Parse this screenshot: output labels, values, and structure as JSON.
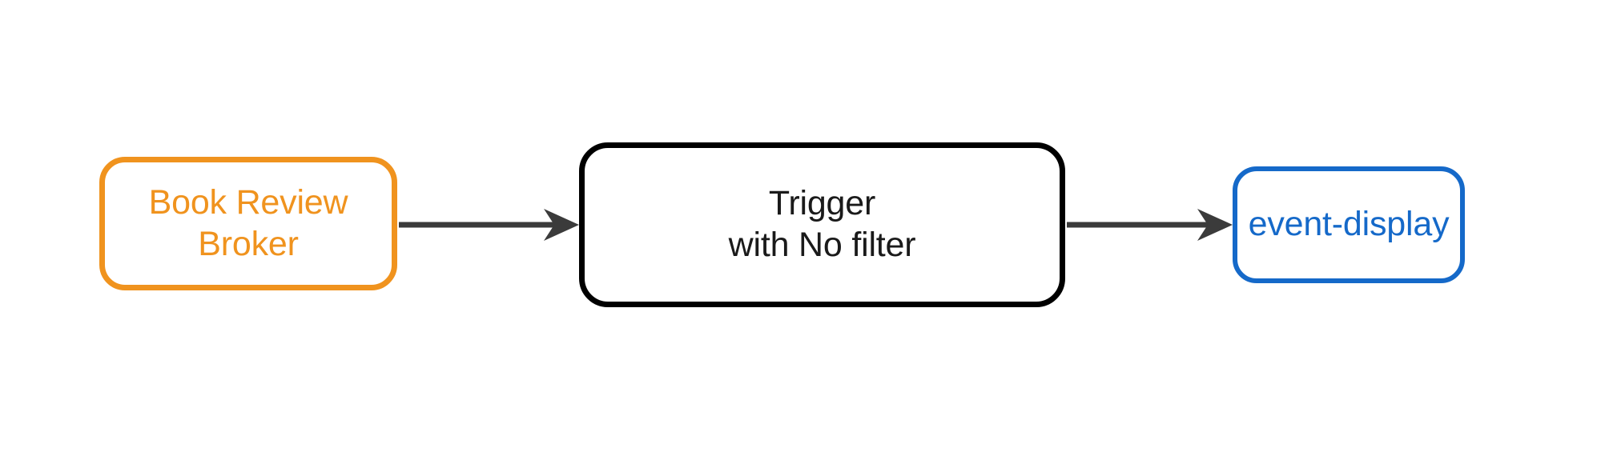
{
  "diagram": {
    "background_color": "#ffffff",
    "arrow_color": "#3B3B3B",
    "nodes": [
      {
        "id": "book-review-broker",
        "label": "Book Review\nBroker",
        "shape": "rounded-rectangle",
        "border_color": "#F0931E",
        "text_color": "#F0931E"
      },
      {
        "id": "trigger-with-no-filter",
        "label": "Trigger\nwith No filter",
        "shape": "rounded-rectangle",
        "border_color": "#000000",
        "text_color": "#1A1A1A"
      },
      {
        "id": "event-display",
        "label": "event-display",
        "shape": "rounded-rectangle",
        "border_color": "#1569C9",
        "text_color": "#1569C9"
      }
    ],
    "edges": [
      {
        "from": "book-review-broker",
        "to": "trigger-with-no-filter",
        "style": "solid-arrow",
        "color": "#3B3B3B"
      },
      {
        "from": "trigger-with-no-filter",
        "to": "event-display",
        "style": "solid-arrow",
        "color": "#3B3B3B"
      }
    ]
  }
}
